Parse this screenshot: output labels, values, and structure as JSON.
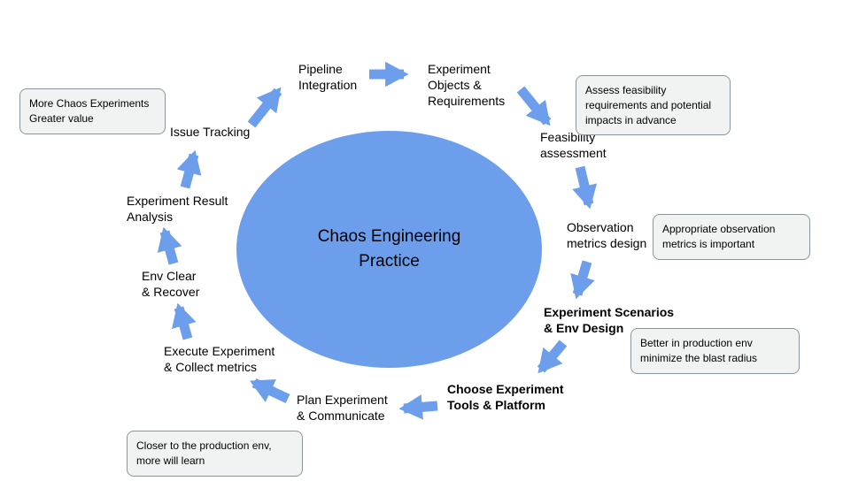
{
  "canvas": {
    "background": "#ffffff"
  },
  "colors": {
    "shape_blue": "#6d9eeb",
    "callout_bg": "#f1f3f3",
    "callout_border": "#8b9498",
    "text": "#000000"
  },
  "center": {
    "title": "Chaos Engineering\nPractice"
  },
  "steps": [
    {
      "id": "pipeline-integration",
      "label": "Pipeline\nIntegration"
    },
    {
      "id": "experiment-objects-requirements",
      "label": "Experiment\nObjects &\nRequirements"
    },
    {
      "id": "feasibility-assessment",
      "label": "Feasibility\nassessment"
    },
    {
      "id": "observation-metrics-design",
      "label": "Observation\nmetrics design"
    },
    {
      "id": "experiment-scenarios-env-design",
      "label": "Experiment Scenarios\n& Env Design"
    },
    {
      "id": "choose-experiment-tools-platform",
      "label": "Choose Experiment\nTools & Platform"
    },
    {
      "id": "plan-experiment-communicate",
      "label": "Plan Experiment\n& Communicate"
    },
    {
      "id": "execute-experiment-collect-metrics",
      "label": "Execute Experiment\n& Collect metrics"
    },
    {
      "id": "env-clear-recover",
      "label": "Env Clear\n& Recover"
    },
    {
      "id": "experiment-result-analysis",
      "label": "Experiment Result\nAnalysis"
    },
    {
      "id": "issue-tracking",
      "label": "Issue Tracking"
    }
  ],
  "callouts": [
    {
      "id": "more-chaos-experiments",
      "text": "More Chaos Experiments\nGreater value"
    },
    {
      "id": "assess-feasibility",
      "text": "Assess feasibility\nrequirements and potential\nimpacts in advance"
    },
    {
      "id": "appropriate-observation",
      "text": "Appropriate observation\nmetrics is important"
    },
    {
      "id": "better-in-production",
      "text": "Better in production env\nminimize the blast radius"
    },
    {
      "id": "closer-to-production",
      "text": "Closer to the production env,\nmore will learn"
    }
  ]
}
